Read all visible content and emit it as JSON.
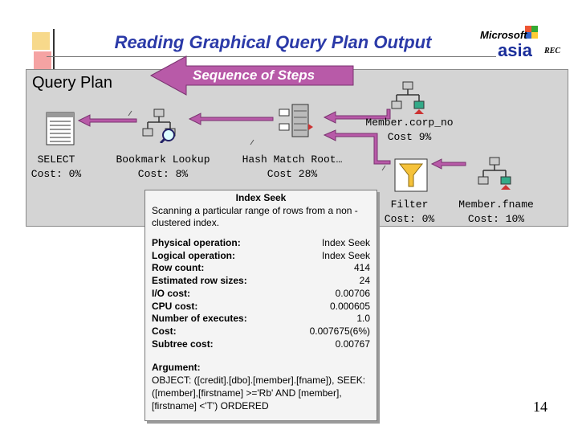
{
  "slide": {
    "title": "Reading Graphical Query Plan Output",
    "page_number": "14"
  },
  "logo": {
    "line1": "Microsoft",
    "line2": "asia",
    "line3": "REC"
  },
  "plan": {
    "label": "Query Plan",
    "sequence_label": "Sequence of Steps",
    "nodes": [
      {
        "name": "SELECT",
        "cost": "Cost: 0%",
        "icon": "select-result-icon"
      },
      {
        "name": "Bookmark Lookup",
        "cost": "Cost: 8%",
        "icon": "bookmark-lookup-icon"
      },
      {
        "name": "Hash Match Root…",
        "cost": "Cost 28%",
        "icon": "hash-match-icon"
      },
      {
        "name": "Member.corp_no",
        "cost": "Cost 9%",
        "icon": "index-seek-icon"
      },
      {
        "name": "Filter",
        "cost": "Cost: 0%",
        "icon": "filter-icon"
      },
      {
        "name": "Member.fname",
        "cost": "Cost: 10%",
        "icon": "index-seek-icon"
      }
    ]
  },
  "tooltip": {
    "title": "Index Seek",
    "description": "Scanning a particular range of rows from a non -clustered index.",
    "rows": [
      {
        "label": "Physical operation:",
        "value": "Index  Seek"
      },
      {
        "label": "Logical operation:",
        "value": "Index  Seek"
      },
      {
        "label": "Row count:",
        "value": "414"
      },
      {
        "label": "Estimated row sizes:",
        "value": "24"
      },
      {
        "label": "I/O cost:",
        "value": "0.00706"
      },
      {
        "label": "CPU cost:",
        "value": "0.000605"
      },
      {
        "label": "Number of executes:",
        "value": "1.0"
      },
      {
        "label": "Cost:",
        "value": "0.007675(6%)"
      },
      {
        "label": "Subtree cost:",
        "value": "0.00767"
      }
    ],
    "argument_label": "Argument:",
    "argument_text": "OBJECT: ([credit].[dbo].[member].[fname]), SEEK: ([member],[firstname] >='Rb' AND [member],[firstname] <'T') ORDERED"
  },
  "colors": {
    "title": "#2b3aa8",
    "arrow": "#b05aa0",
    "panel": "#d4d4d4"
  }
}
